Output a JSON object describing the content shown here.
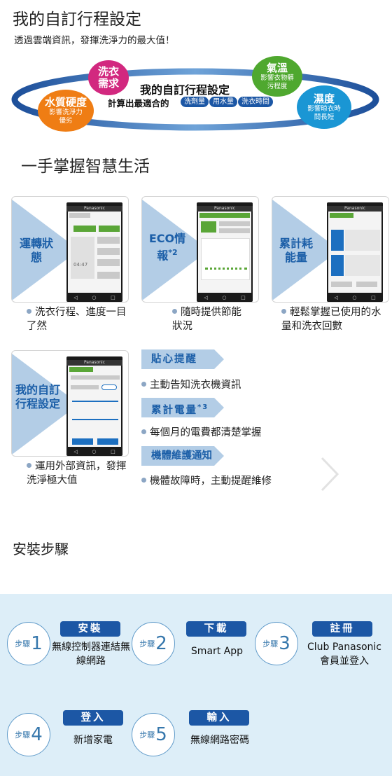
{
  "header": {
    "title": "我的自訂行程設定",
    "subtitle": "透過雲端資訊，發揮洗淨力的最大值！"
  },
  "ring": {
    "center_title": "我的自訂行程設定",
    "center_sub": "計算出最適合的",
    "pills": [
      "洗劑量",
      "用水量",
      "洗衣時間"
    ],
    "bubbles": [
      {
        "big": "洗衣需求",
        "small": "",
        "color": "#d2287f"
      },
      {
        "big": "水質硬度",
        "small": "影響洗淨力優劣",
        "color": "#ef7d14"
      },
      {
        "big": "氣溫",
        "small": "影響衣物髒污程度",
        "color": "#4fa82f"
      },
      {
        "big": "濕度",
        "small": "影響晾衣時間長短",
        "color": "#1a96d4"
      }
    ]
  },
  "section2": {
    "title": "一手掌握智慧生活",
    "cards": [
      {
        "label": "運轉狀態",
        "sup": "",
        "desc": "洗衣行程、進度一目了然"
      },
      {
        "label": "ECO情報",
        "sup": "*2",
        "desc": "隨時提供節能狀況"
      },
      {
        "label": "累計耗能量",
        "sup": "",
        "desc": "輕鬆掌握已使用的水量和洗衣回數"
      },
      {
        "label": "我的自訂行程設定",
        "sup": "",
        "desc": "運用外部資訊，發揮洗淨極大值"
      }
    ],
    "phone": {
      "brand": "Panasonic",
      "time": "04:47"
    },
    "tags": [
      {
        "label": "貼心提醒",
        "sup": "",
        "text": "主動告知洗衣機資訊"
      },
      {
        "label": "累計電量",
        "sup": "*3",
        "text": "每個月的電費都清楚掌握"
      },
      {
        "label": "機體維護通知",
        "sup": "",
        "text": "機體故障時，主動提醒維修"
      }
    ]
  },
  "section3": {
    "title": "安裝步驟",
    "step_word": "步驟",
    "steps": [
      {
        "num": "1",
        "tag": "安裝",
        "desc": "無線控制器連結無線網路"
      },
      {
        "num": "2",
        "tag": "下載",
        "desc": "Smart App"
      },
      {
        "num": "3",
        "tag": "註冊",
        "desc": "Club Panasonic會員並登入"
      },
      {
        "num": "4",
        "tag": "登入",
        "desc": "新增家電"
      },
      {
        "num": "5",
        "tag": "輸入",
        "desc": "無線網路密碼"
      }
    ]
  },
  "colors": {
    "accent_blue": "#1c57a5",
    "label_blue": "#1c5fa8",
    "step_bg": "#ddeef8",
    "triangle": "#b3cde6"
  }
}
